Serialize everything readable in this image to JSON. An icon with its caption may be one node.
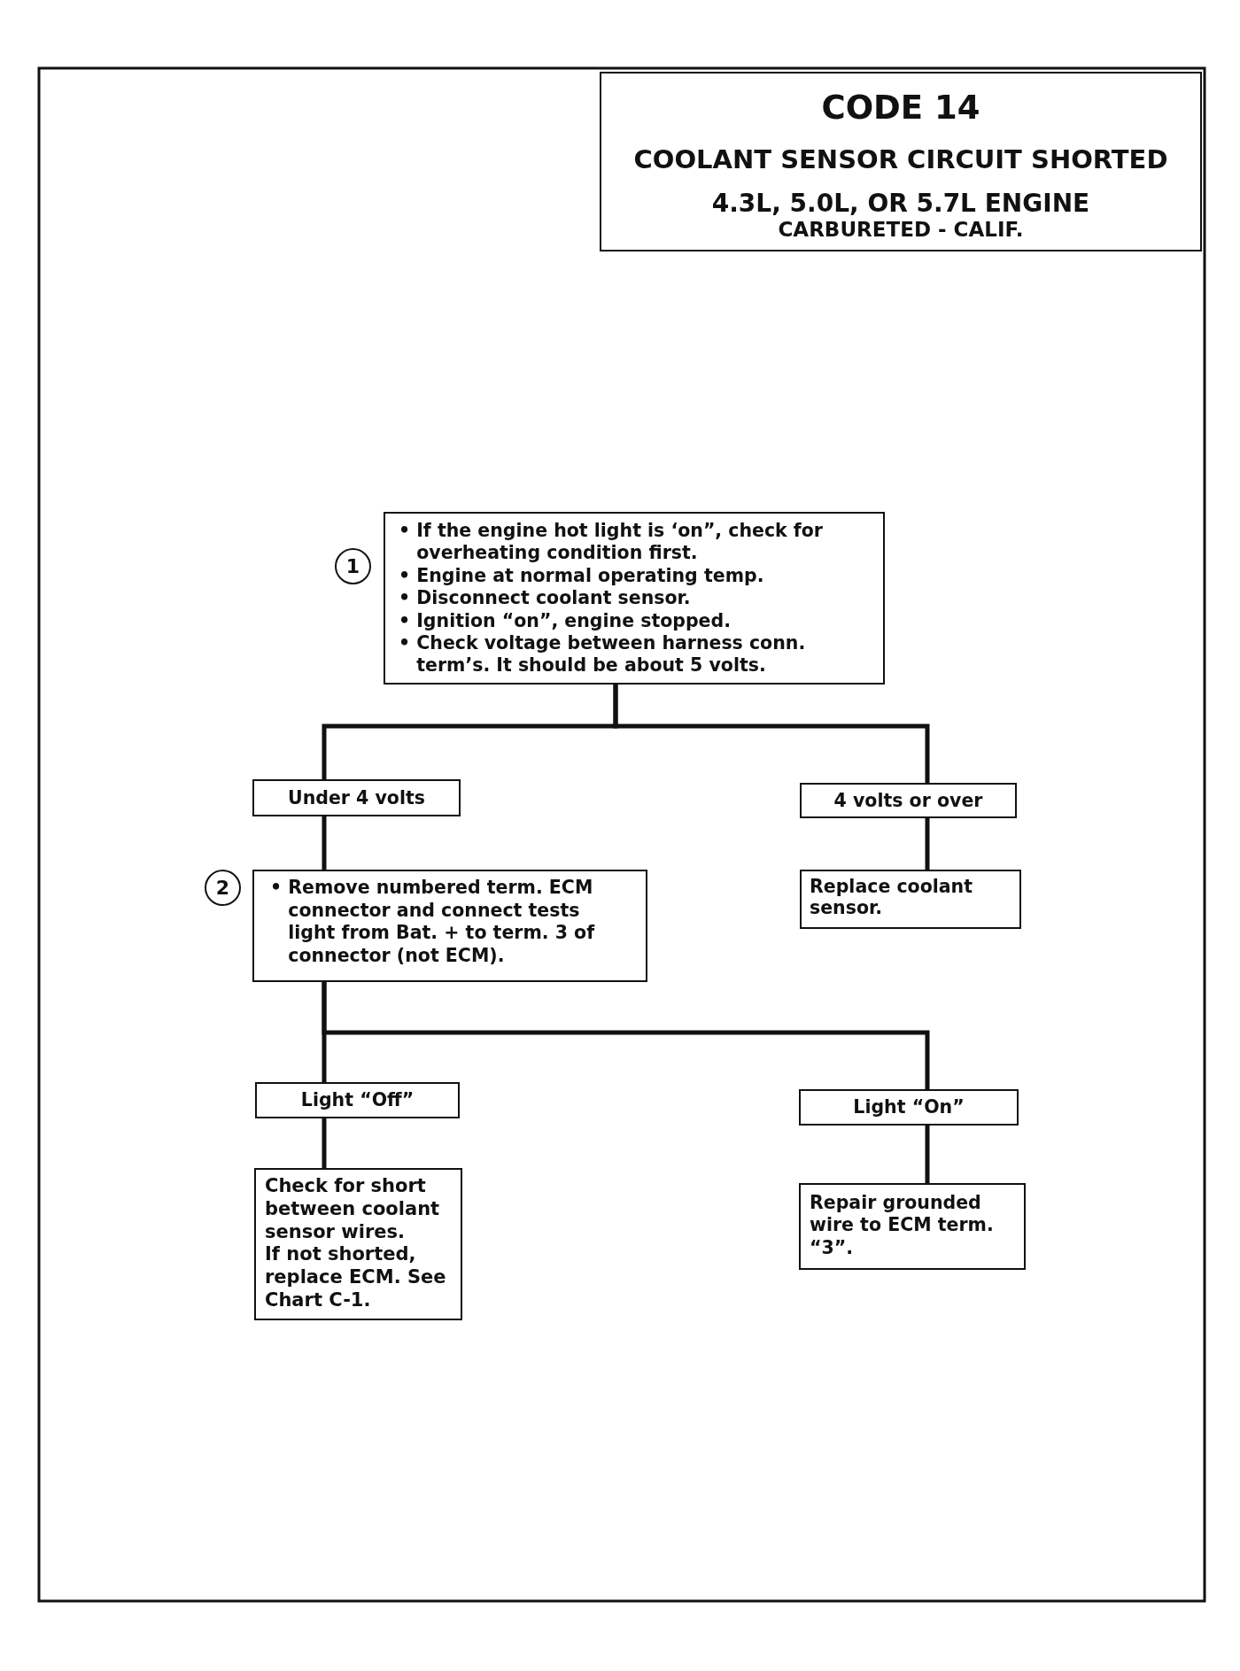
{
  "diagram": {
    "nodes": [
      {
        "text": [
          "CODE 14",
          "COOLANT SENSOR CIRCUIT SHORTED",
          "4.3L, 5.0L, OR 5.7L ENGINE",
          "CARBURETED - CALIF."
        ]
      },
      {
        "text": [
          "1"
        ]
      },
      {
        "text": [
          "• If the engine hot light is ‘on”, check for overheating condition first.",
          "• Engine at normal operating temp.",
          "• Disconnect coolant sensor.",
          "• Ignition “on”, engine stopped.",
          "• Check voltage between harness conn. term’s. It should be about 5 volts."
        ]
      },
      {
        "text": [
          "Under 4 volts"
        ]
      },
      {
        "text": [
          "4 volts or over"
        ]
      },
      {
        "text": [
          "2"
        ]
      },
      {
        "text": [
          "• Remove numbered term. ECM connector and connect tests light from Bat. + to term. 3 of connector (not ECM)."
        ]
      },
      {
        "text": [
          "Replace coolant sensor."
        ]
      },
      {
        "text": [
          "Light “Off”"
        ]
      },
      {
        "text": [
          "Light “On”"
        ]
      },
      {
        "text": [
          "Check for short between coolant sensor wires.",
          "If not shorted, replace ECM. See Chart C-1."
        ]
      },
      {
        "text": [
          "Repair grounded wire to ECM term. “3”."
        ]
      }
    ],
    "edges": [
      {
        "from": 2,
        "to": 3,
        "arrow": "none"
      },
      {
        "from": 2,
        "to": 4,
        "arrow": "none"
      },
      {
        "from": 3,
        "to": 6,
        "arrow": "none"
      },
      {
        "from": 4,
        "to": 7,
        "arrow": "none"
      },
      {
        "from": 6,
        "to": 8,
        "arrow": "none"
      },
      {
        "from": 6,
        "to": 9,
        "arrow": "none"
      },
      {
        "from": 8,
        "to": 10,
        "arrow": "none"
      },
      {
        "from": 9,
        "to": 11,
        "arrow": "none"
      }
    ]
  }
}
